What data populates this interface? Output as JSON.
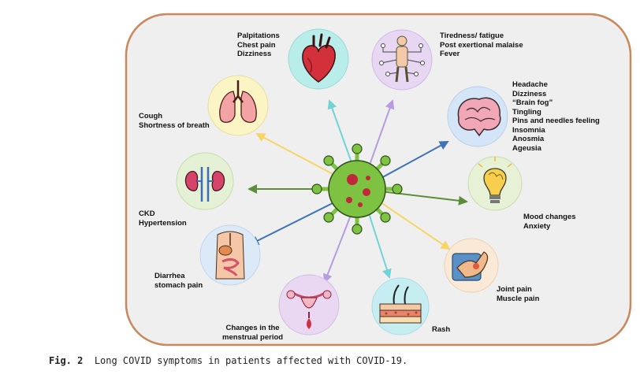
{
  "caption": {
    "fig_label": "Fig. 2",
    "text": "Long COVID symptoms in patients affected with COVID-19."
  },
  "groups": {
    "heart": {
      "icon": "heart-icon",
      "lines": [
        "Palpitations",
        "Chest pain",
        "Dizziness"
      ]
    },
    "body": {
      "icon": "body-nerves-icon",
      "lines": [
        "Tiredness/ fatigue",
        "Post exertional malaise",
        "Fever"
      ]
    },
    "brain": {
      "icon": "brain-icon",
      "lines": [
        "Headache",
        "Dizziness",
        "“Brain fog”",
        "Tingling",
        "Pins and needles feeling",
        "Insomnia",
        "Anosmia",
        "Ageusia"
      ]
    },
    "mood": {
      "icon": "lightbulb-brain-icon",
      "lines": [
        "Mood changes",
        "Anxiety"
      ]
    },
    "joint": {
      "icon": "arm-joint-icon",
      "lines": [
        "Joint pain",
        "Muscle pain"
      ]
    },
    "skin": {
      "icon": "skin-hair-icon",
      "lines": [
        "Rash"
      ]
    },
    "uterus": {
      "icon": "uterus-icon",
      "lines": [
        "Changes in the",
        "menstrual period"
      ]
    },
    "digestive": {
      "icon": "digestive-system-icon",
      "lines": [
        "Diarrhea",
        "stomach pain"
      ]
    },
    "kidney": {
      "icon": "kidney-icon",
      "lines": [
        "CKD",
        "Hypertension"
      ]
    },
    "lungs": {
      "icon": "lungs-icon",
      "lines": [
        "Cough",
        "Shortness of breath"
      ]
    }
  },
  "colors": {
    "frame_fill": "#efefef",
    "frame_stroke": "#c9875b",
    "virus_green": "#7ec242",
    "virus_spot": "#c0273a",
    "arrow_yellow": "#f6d565",
    "arrow_cyan": "#6fd3d8",
    "arrow_purple": "#b89ce0",
    "arrow_blue": "#3f73b8",
    "arrow_green": "#5c8e3a"
  }
}
